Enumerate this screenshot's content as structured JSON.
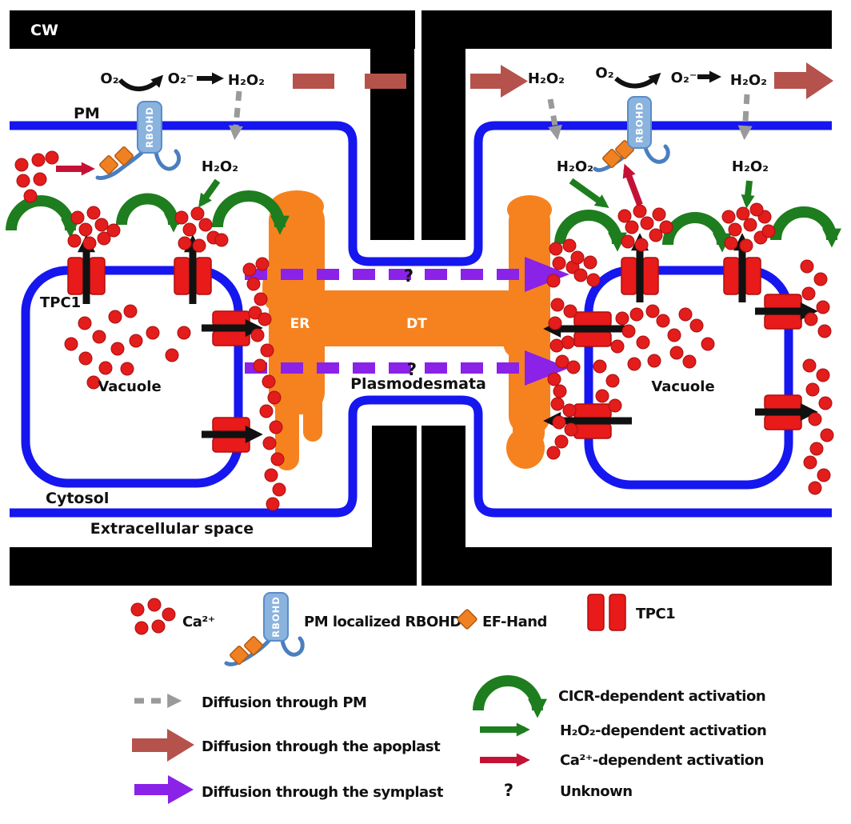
{
  "colors": {
    "membrane_blue": "#1616ef",
    "cell_wall_black": "#000000",
    "er_orange": "#f6821f",
    "calcium_red": "#e31c1c",
    "cicr_green": "#1e7d1e",
    "apoplast_brick": "#b5524c",
    "symplast_purple": "#8a22e8",
    "activation_red": "#c41236",
    "pm_diffusion_gray": "#9a9a9a",
    "rbohd_blue": "#8ab3de"
  },
  "diagram": {
    "labels": {
      "cw": "CW",
      "pm": "PM",
      "o2": "O₂",
      "superoxide": "O₂⁻",
      "h2o2": "H₂O₂",
      "tpc1": "TPC1",
      "vacuole": "Vacuole",
      "cytosol": "Cytosol",
      "extracellular": "Extracellular space",
      "er": "ER",
      "dt": "DT",
      "plasmodesmata": "Plasmodesmata",
      "rbohd": "RBOHD",
      "unknown_mark": "?"
    }
  },
  "legend": {
    "items": [
      {
        "icon": "ca-ions-icon",
        "label": "Ca²⁺"
      },
      {
        "icon": "rbohd-protein-icon",
        "label": "PM localized RBOHD"
      },
      {
        "icon": "ef-hand-icon",
        "label": "EF-Hand"
      },
      {
        "icon": "tpc1-channel-icon",
        "label": "TPC1"
      },
      {
        "icon": "gray-dashed-arrow-icon",
        "label": "Diffusion through PM"
      },
      {
        "icon": "brick-arrow-icon",
        "label": "Diffusion through the apoplast"
      },
      {
        "icon": "purple-arrow-icon",
        "label": "Diffusion through the symplast"
      },
      {
        "icon": "green-arc-arrow-icon",
        "label": "CICR-dependent activation"
      },
      {
        "icon": "green-straight-arrow-icon",
        "label": "H₂O₂-dependent activation"
      },
      {
        "icon": "red-straight-arrow-icon",
        "label": "Ca²⁺-dependent activation"
      },
      {
        "icon": "question-mark-icon",
        "label": "Unknown"
      }
    ]
  }
}
